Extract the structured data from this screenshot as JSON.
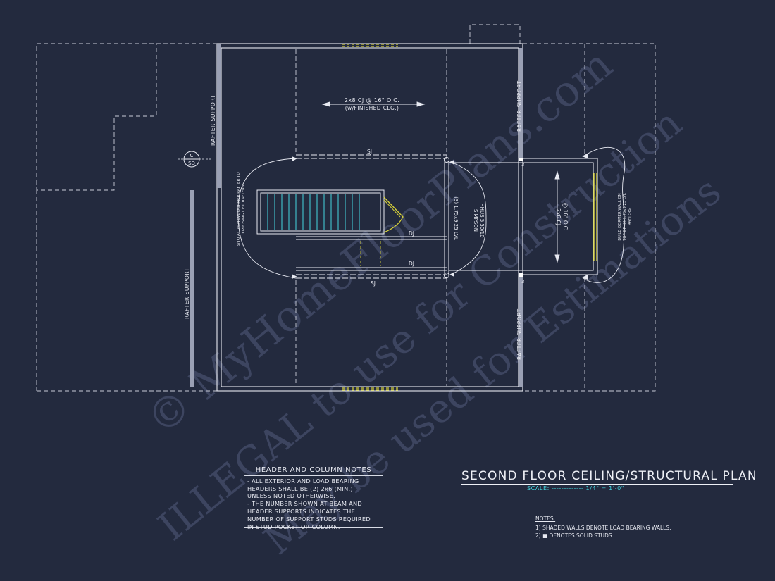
{
  "labels": {
    "rafter_support": "RAFTER SUPPORT",
    "cj_main_1": "2x8 CJ @ 16\" O.C.",
    "cj_main_2": "(w/FINISHED CLG.)",
    "cj_dormer_1": "2x6 CJ",
    "cj_dormer_2": "@ 16\" O.C.",
    "sj": "SJ",
    "dj": "DJ",
    "lvl_beam": "(3) 1.75x9.25 LVL",
    "simpson_1": "SIMPSON",
    "simpson_2": "HHUS 5.50/10",
    "attach_note_1": "S/TO ATTACH LVL DORMER RAFTER TO",
    "attach_note_2": "OPPOSING CEIL RAFTERS",
    "dormer_note_1": "BUILD DORMER WALL ON",
    "dormer_note_2": "TOP OF (3) 1.75x9.25 LVL",
    "dormer_note_3": "RAFTERS",
    "stud_count": "3",
    "section_letter": "C",
    "section_sheet": "SD"
  },
  "header_notes": {
    "title": "HEADER AND COLUMN NOTES",
    "lines": [
      "- ALL EXTERIOR AND LOAD BEARING",
      "HEADERS SHALL BE (2) 2x6 (MIN.)",
      "UNLESS NOTED OTHERWISE.",
      "- THE NUMBER SHOWN AT BEAM AND",
      "HEADER SUPPORTS INDICATES THE",
      "NUMBER OF SUPPORT STUDS REQUIRED",
      "IN STUD POCKET OR COLUMN."
    ]
  },
  "title_block": {
    "title": "SECOND FLOOR CEILING/STRUCTURAL PLAN",
    "scale_label": "SCALE: ------------- 1/4\" = 1'-0\""
  },
  "notes": {
    "heading": "NOTES:",
    "items": [
      "1) SHADED WALLS DENOTE LOAD BEARING WALLS.",
      "2) ■ DENOTES SOLID STUDS."
    ]
  },
  "watermark": {
    "line1": "© MyHomeFloorPlans.com",
    "line2": "ILLEGAL to use for Construction",
    "line3": "May be used for Estimations"
  },
  "colors": {
    "background": "#232a3e",
    "linework": "#e8eaf2",
    "accent_cyan": "#44d6e0",
    "accent_yellow": "#d8d23a",
    "watermark": "#3d4560"
  }
}
